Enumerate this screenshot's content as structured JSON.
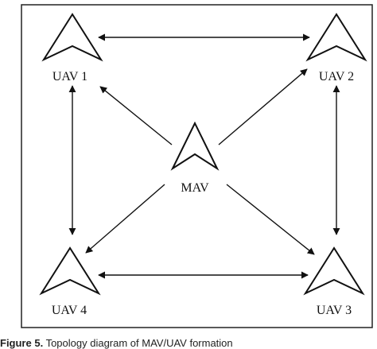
{
  "figure": {
    "caption_label": "Figure 5.",
    "caption_text": "Topology diagram of MAV/UAV formation"
  },
  "nodes": [
    {
      "id": "uav1",
      "label": "UAV 1"
    },
    {
      "id": "uav2",
      "label": "UAV 2"
    },
    {
      "id": "uav3",
      "label": "UAV 3"
    },
    {
      "id": "uav4",
      "label": "UAV 4"
    },
    {
      "id": "mav",
      "label": "MAV"
    }
  ],
  "edges": [
    {
      "from": "uav1",
      "to": "uav2",
      "direction": "both"
    },
    {
      "from": "uav1",
      "to": "uav4",
      "direction": "both"
    },
    {
      "from": "uav2",
      "to": "uav3",
      "direction": "both"
    },
    {
      "from": "uav4",
      "to": "uav3",
      "direction": "both"
    },
    {
      "from": "mav",
      "to": "uav1",
      "direction": "forward"
    },
    {
      "from": "mav",
      "to": "uav2",
      "direction": "forward"
    },
    {
      "from": "mav",
      "to": "uav3",
      "direction": "forward"
    },
    {
      "from": "mav",
      "to": "uav4",
      "direction": "forward"
    }
  ]
}
